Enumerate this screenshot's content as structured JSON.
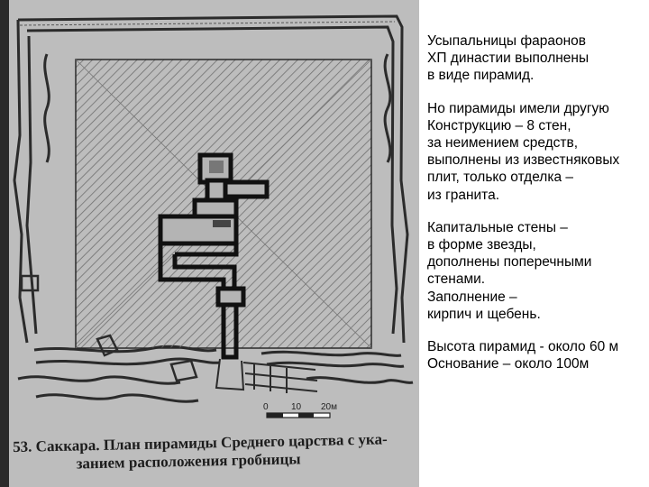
{
  "scan": {
    "caption": {
      "line1": "53. Саккара. План пирамиды Среднего царства с ука-",
      "line2": "занием расположения гробницы"
    },
    "scale_labels": [
      "0",
      "10",
      "20м"
    ]
  },
  "text": {
    "p1": [
      "Усыпальницы фараонов",
      "ХП династии выполнены",
      "в виде пирамид."
    ],
    "p2": [
      "Но пирамиды имели другую",
      "Конструкцию – 8 стен,",
      "за неимением средств,",
      "выполнены из известняковых",
      "плит, только отделка –",
      "из гранита."
    ],
    "p3": [
      "Капитальные стены –",
      "в форме звезды,",
      "дополнены поперечными",
      "стенами.",
      "Заполнение –",
      "кирпич и щебень."
    ],
    "p4": [
      "Высота пирамид - около 60 м",
      "Основание – около 100м"
    ]
  }
}
